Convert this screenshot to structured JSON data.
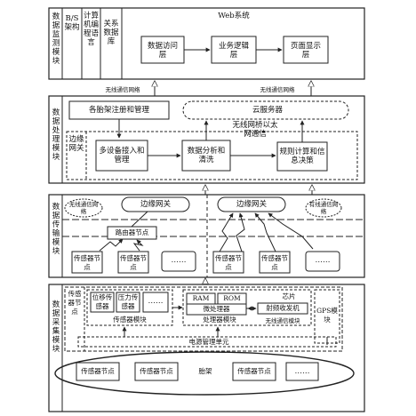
{
  "layers": {
    "monitor_label": "数据监测模块",
    "processing_label": "数据处理模块",
    "transmission_label": "数据传输模块",
    "acquisition_label": "数据采集模块"
  },
  "monitor": {
    "bs": "B/S架构",
    "lang": "计算机编程语言",
    "db": "关系数据库",
    "web_title": "Web系统",
    "access": "数据访问层",
    "logic": "业务逻辑层",
    "display": "页面显示层"
  },
  "wireless_left": "无线通信网络",
  "wireless_right": "无线通信网络",
  "processing": {
    "register": "各胎架注册和管理",
    "cloud": "云服务器",
    "edge": "边缘网关",
    "ethernet": "无线网桥以太网通信",
    "multi_device": "多设备接入和管理",
    "analysis": "数据分析和清洗",
    "planning": "规则计算和信息决策"
  },
  "transmission": {
    "wifi_left": "无线通信网络",
    "wifi_right": "有线通信网络",
    "gw_left": "边缘网关",
    "gw_right": "边缘网关",
    "router": "路由器节点",
    "sensor": "传感器节点",
    "dots": "……"
  },
  "acquisition": {
    "sensor_node": "传感器节点",
    "displacement": "位移传感器",
    "pressure": "压力传感器",
    "dots": "……",
    "sensor_module": "传感器模块",
    "ram": "RAM",
    "rom": "ROM",
    "chip": "芯片",
    "microprocessor": "微处理器",
    "rf": "射频收发机",
    "processor_module": "处理器模块",
    "wireless_module": "无线通信模块",
    "gps": "GPS模块",
    "power": "电源管理单元",
    "bottom_sensor": "传感器节点",
    "frame": "胎架"
  }
}
